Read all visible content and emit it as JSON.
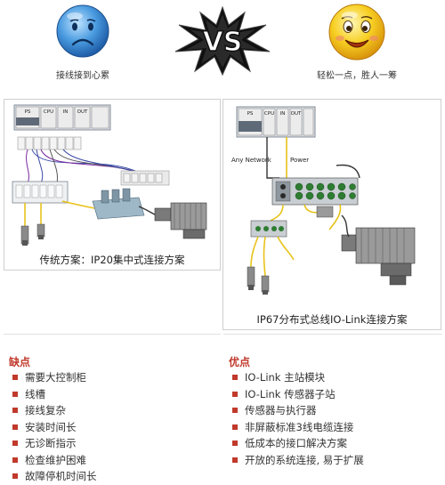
{
  "header": {
    "left_caption": "接线接到心累",
    "vs_text": "VS",
    "right_caption": "轻松一点，胜人一筹"
  },
  "diagrams": {
    "left": {
      "caption": "传统方案：IP20集中式连接方案",
      "plc_labels": [
        "PS",
        "CPU",
        "IN",
        "OUT"
      ]
    },
    "right": {
      "caption": "IP67分布式总线IO-Link连接方案",
      "plc_labels": [
        "PS",
        "CPU",
        "IN",
        "OUT"
      ],
      "any_network_label": "Any Network",
      "power_label": "Power"
    }
  },
  "cons": {
    "title": "缺点",
    "items": [
      "需要大控制柜",
      "线槽",
      "接线复杂",
      "安装时间长",
      "无诊断指示",
      "检查维护困难",
      "故障停机时间长"
    ]
  },
  "pros": {
    "title": "优点",
    "items": [
      "IO-Link 主站模块",
      "IO-Link 传感器子站",
      "传感器与执行器",
      "非屏蔽标准3线电缆连接",
      "低成本的接口解决方案",
      "开放的系统连接, 易于扩展"
    ]
  },
  "colors": {
    "accent_red": "#c0392b",
    "sad_face": "#3f8fd8",
    "happy_face": "#f5c518",
    "cable_yellow": "#e8c21a"
  }
}
